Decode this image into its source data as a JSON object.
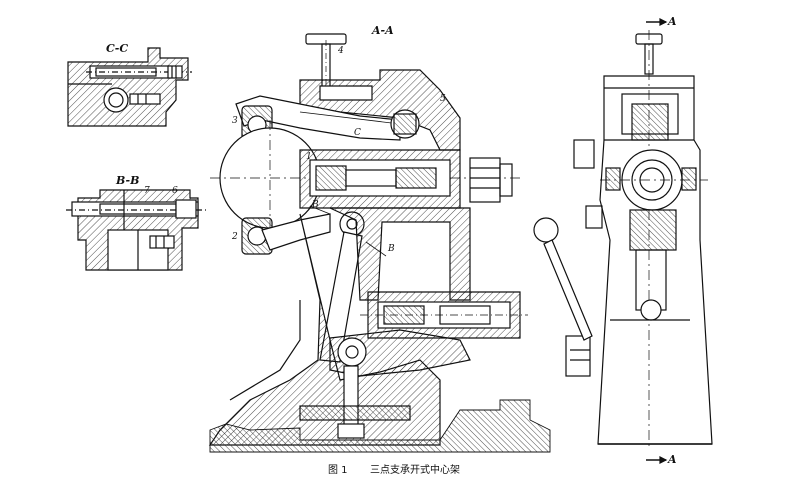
{
  "views": {
    "section_cc": {
      "title": "C-C"
    },
    "section_bb": {
      "title": "B-B"
    },
    "section_aa": {
      "title": "A-A"
    }
  },
  "section_markers": {
    "a_top": "A",
    "a_bottom": "A",
    "b_left": "B",
    "b_right": "B",
    "c_mark": "C"
  },
  "part_numbers": {
    "p1": "1",
    "p2": "2",
    "p3": "3",
    "p4": "4",
    "p5": "5",
    "p6": "6",
    "p7": "7"
  },
  "caption": {
    "figure_label": "图 1",
    "title": "三点支承开式中心架"
  }
}
